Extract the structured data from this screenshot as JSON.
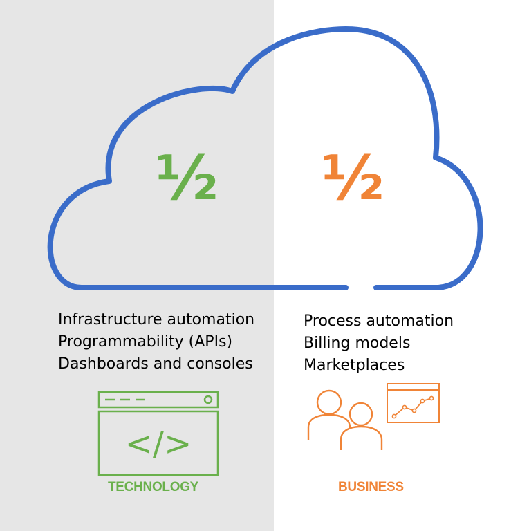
{
  "colors": {
    "cloud": "#3a6cc9",
    "technology": "#6ab04c",
    "business": "#f08437",
    "left_background": "#e6e6e6",
    "right_background": "#ffffff"
  },
  "technology": {
    "fraction": "½",
    "items": [
      "Infrastructure automation",
      "Programmability (APIs)",
      "Dashboards and consoles"
    ],
    "code_symbol": "</>",
    "label": "TECHNOLOGY",
    "icon": "code-window-icon"
  },
  "business": {
    "fraction": "½",
    "items": [
      "Process automation",
      "Billing models",
      "Marketplaces"
    ],
    "label": "BUSINESS",
    "icon": "people-with-chart-icon"
  },
  "cloud": {
    "icon": "cloud-outline-icon"
  }
}
